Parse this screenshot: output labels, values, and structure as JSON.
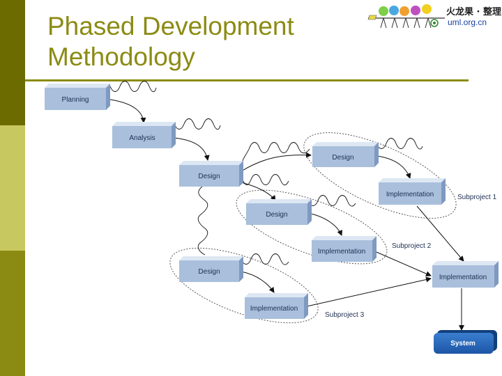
{
  "title": {
    "line1": "Phased Development",
    "line2": "Methodology"
  },
  "logo": {
    "text_cn": "火龙果 · 整理",
    "text_url": "uml.org.cn"
  },
  "nodes": {
    "planning": "Planning",
    "analysis": "Analysis",
    "design_main": "Design",
    "design_sub1": "Design",
    "implementation_sub1": "Implementation",
    "design_sub2": "Design",
    "implementation_sub2": "Implementation",
    "design_sub3": "Design",
    "implementation_sub3": "Implementation",
    "implementation_final": "Implementation",
    "system": "System"
  },
  "subprojects": {
    "sub1": "Subproject 1",
    "sub2": "Subproject 2",
    "sub3": "Subproject 3"
  },
  "colors": {
    "sidebar_dark": "#6b6b00",
    "sidebar_light": "#c8c860",
    "title": "#8b8b14",
    "box_face": "#a9bfdc",
    "box_top": "#dde7f3",
    "box_side": "#7f9ac0",
    "system_face": "#2563b3"
  }
}
